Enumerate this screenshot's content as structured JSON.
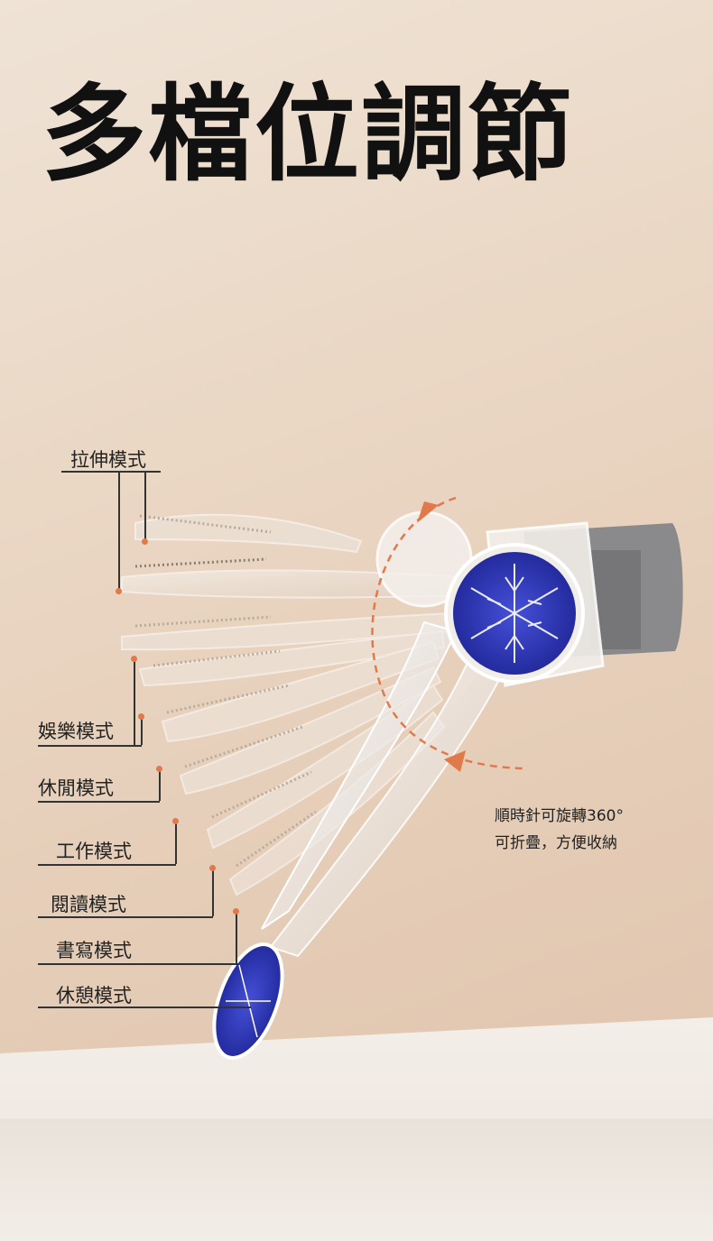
{
  "title": "多檔位調節",
  "modes": [
    {
      "label": "拉伸模式"
    },
    {
      "label": "娛樂模式"
    },
    {
      "label": "休閒模式"
    },
    {
      "label": "工作模式"
    },
    {
      "label": "閱讀模式"
    },
    {
      "label": "書寫模式"
    },
    {
      "label": "休憩模式"
    }
  ],
  "note": {
    "line1": "順時針可旋轉360°",
    "line2": "可折疊，方便收納"
  },
  "colors": {
    "accent": "#e07a4a",
    "disc": "#2e36b8",
    "strap": "#8a8a8c"
  }
}
